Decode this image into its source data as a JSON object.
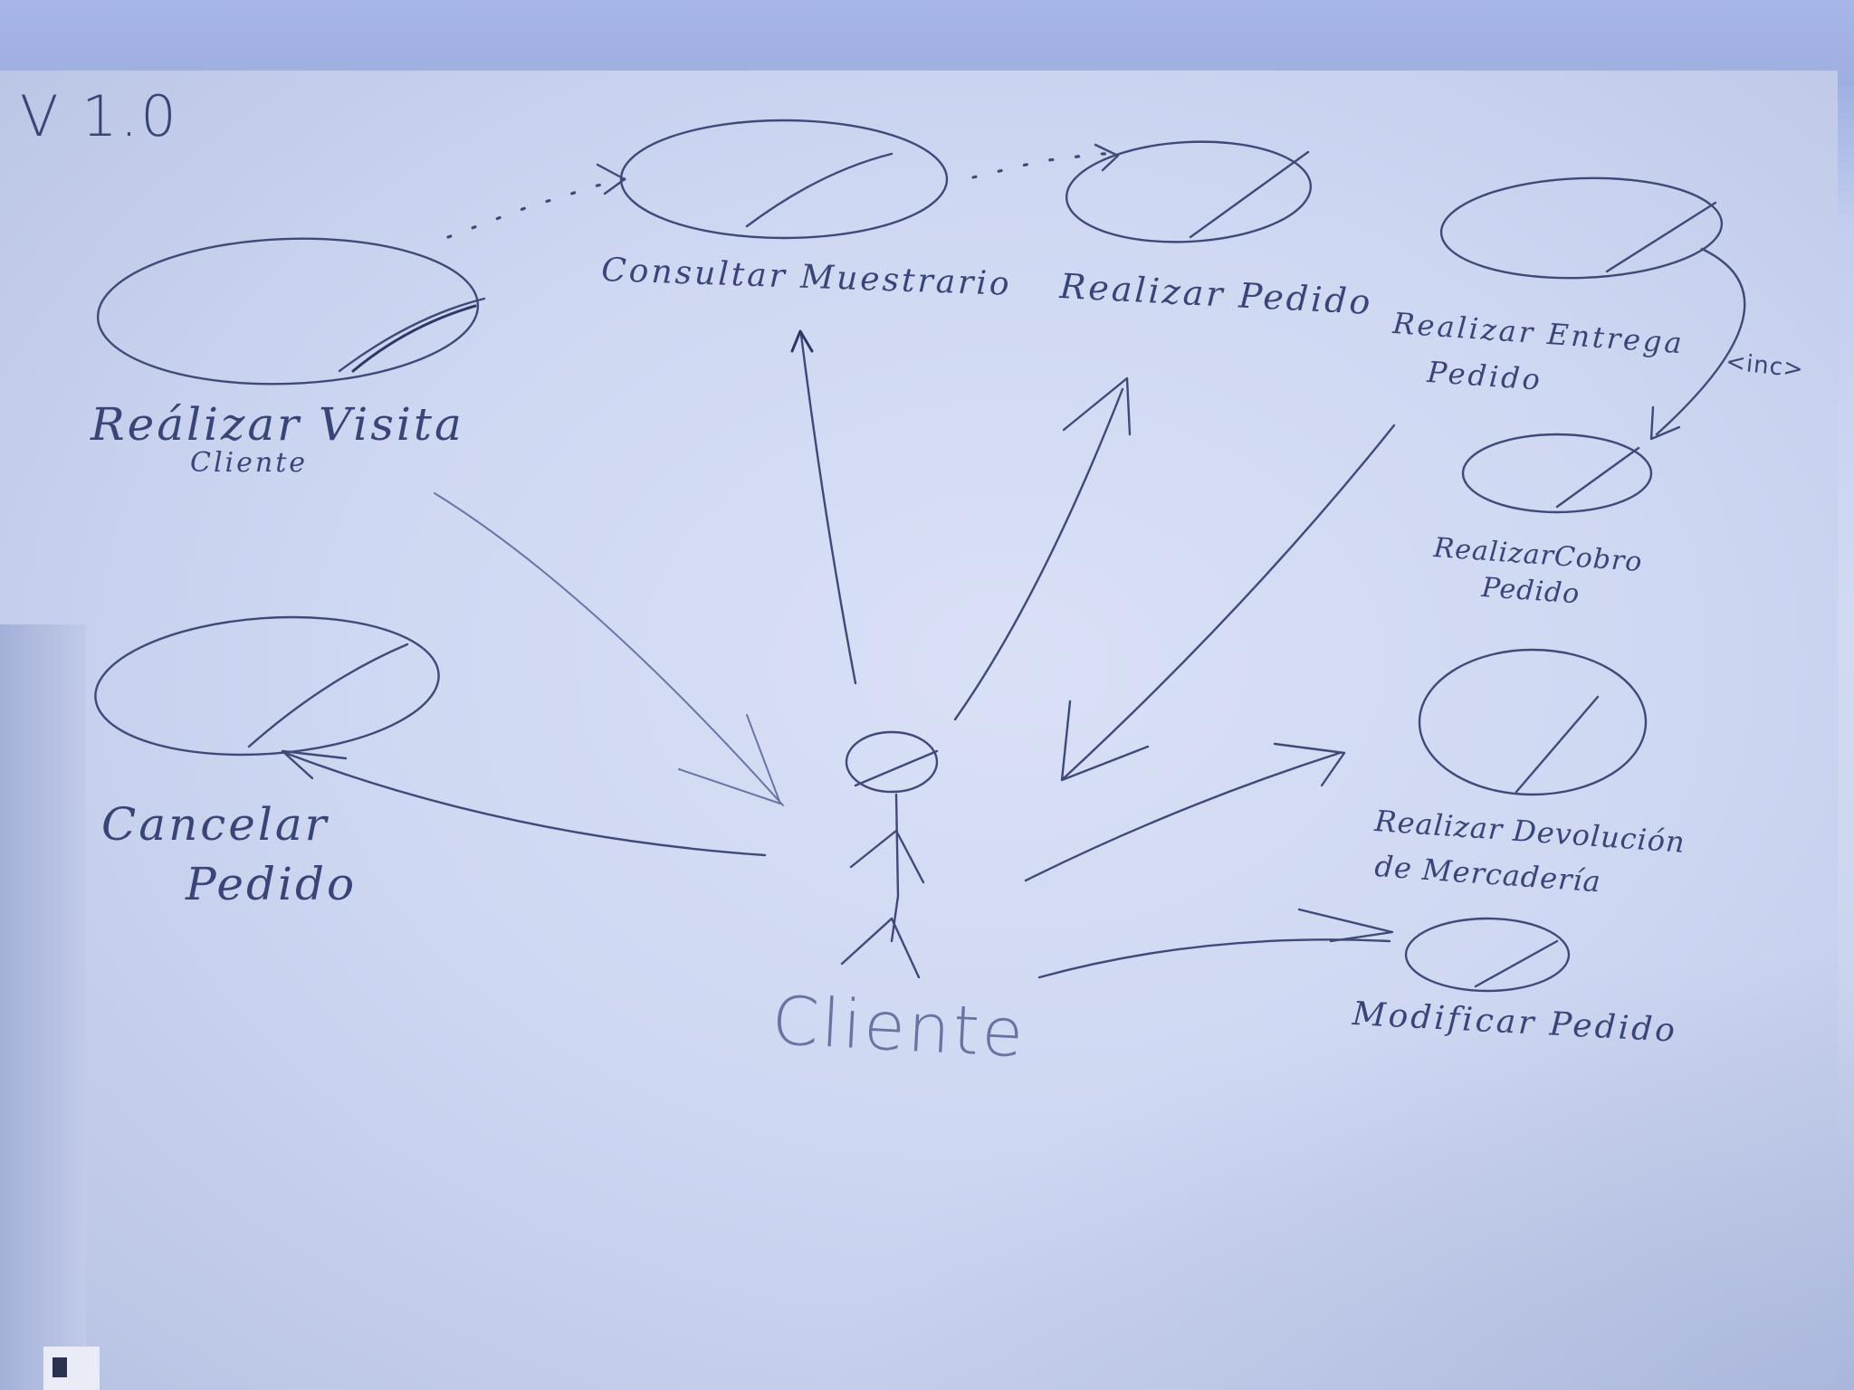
{
  "version_label": "V 1.0",
  "actor": {
    "name": "Cliente"
  },
  "use_cases": {
    "realizar_visita": {
      "line1": "Reálizar Visita",
      "line2": "Cliente"
    },
    "consultar_muestrario": {
      "line1": "Consultar Muestrario"
    },
    "realizar_pedido": {
      "line1": "Realizar Pedido"
    },
    "realizar_entrega": {
      "line1": "Realizar Entrega",
      "line2": "Pedido"
    },
    "realizar_cobro": {
      "line1": "RealizarCobro",
      "line2": "Pedido"
    },
    "cancelar_pedido": {
      "line1": "Cancelar",
      "line2": "Pedido"
    },
    "realizar_devolucion": {
      "line1": "Realizar Devolución",
      "line2": "de Mercadería"
    },
    "modificar_pedido": {
      "line1": "Modificar Pedido"
    }
  },
  "relation_label": "<inc>",
  "colors": {
    "ink": "#3f4a78",
    "board": "#d2daf3"
  }
}
